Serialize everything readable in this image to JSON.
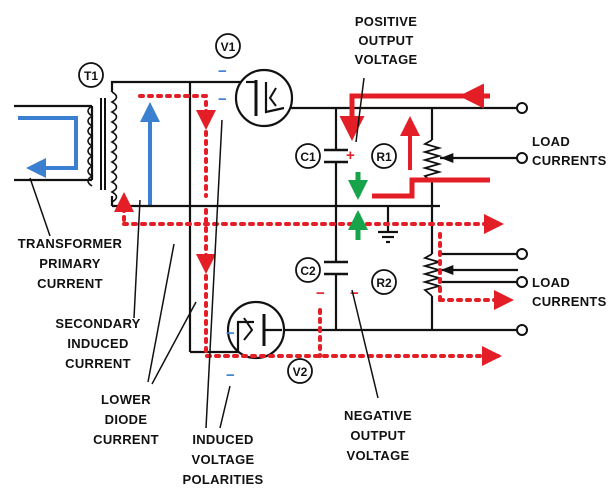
{
  "diagram": {
    "components": {
      "transformer": "T1",
      "upper_tube": "V1",
      "lower_tube": "V2",
      "cap_upper": "C1",
      "cap_lower": "C2",
      "res_upper": "R1",
      "res_lower": "R2"
    },
    "labels": {
      "positive_output": [
        "POSITIVE",
        "OUTPUT",
        "VOLTAGE"
      ],
      "negative_output": [
        "NEGATIVE",
        "OUTPUT",
        "VOLTAGE"
      ],
      "load_currents_upper": [
        "LOAD",
        "CURRENTS"
      ],
      "load_currents_lower": [
        "LOAD",
        "CURRENTS"
      ],
      "transformer_primary": [
        "TRANSFORMER",
        "PRIMARY",
        "CURRENT"
      ],
      "secondary_induced": [
        "SECONDARY",
        "INDUCED",
        "CURRENT"
      ],
      "lower_diode": [
        "LOWER",
        "DIODE",
        "CURRENT"
      ],
      "induced_polarities": [
        "INDUCED",
        "VOLTAGE",
        "POLARITIES"
      ]
    },
    "polarity_signs": {
      "plus": "+",
      "minus": "−"
    },
    "colors": {
      "wire": "#111111",
      "primary_current": "#3a7fd0",
      "red_flow": "#e41e26",
      "green_flow": "#16a34a"
    }
  }
}
